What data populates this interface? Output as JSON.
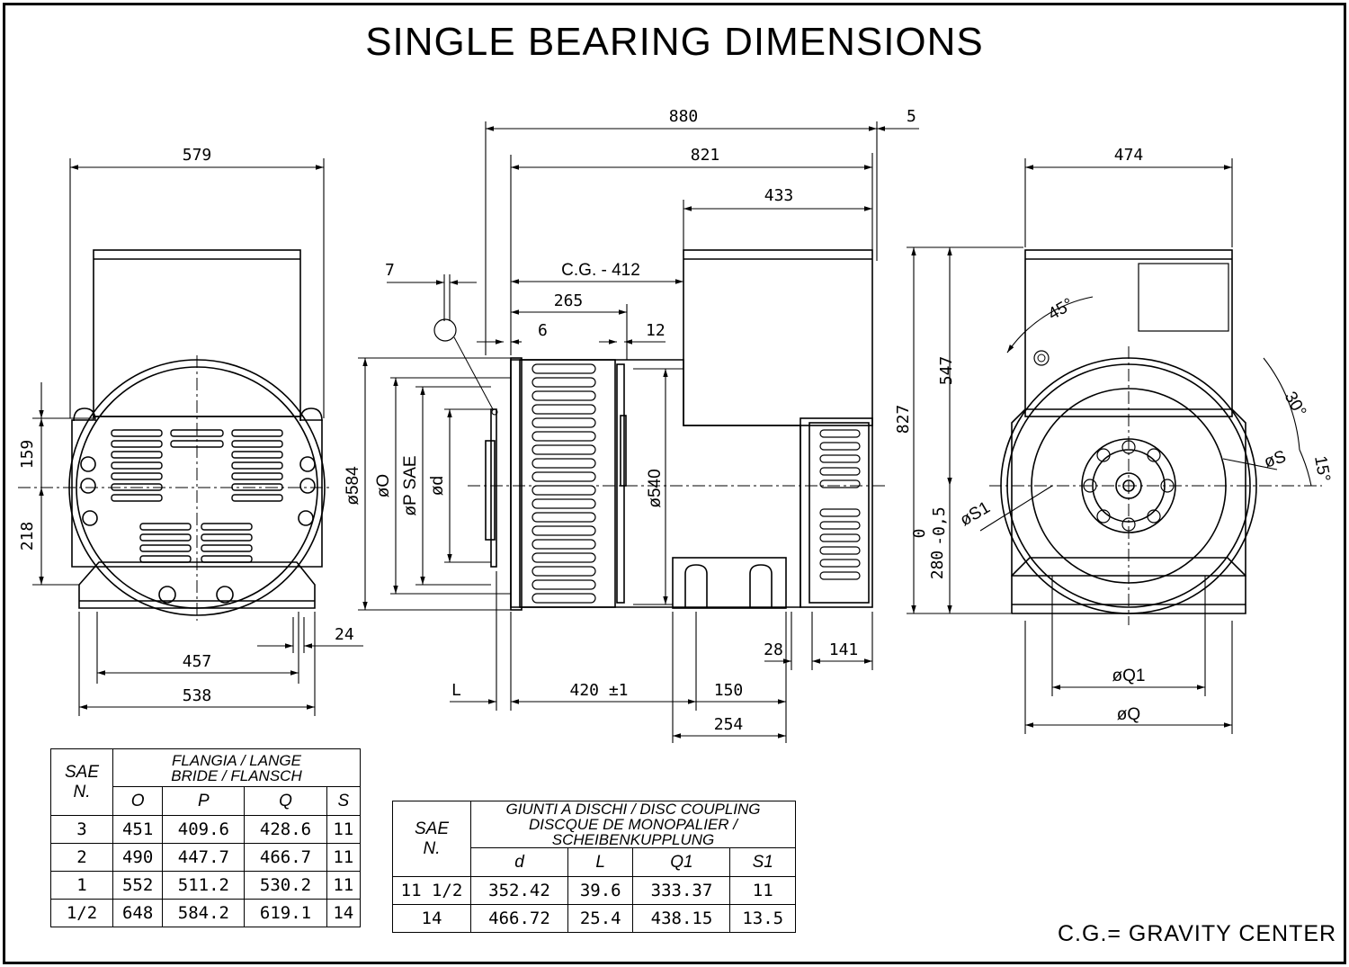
{
  "title": "SINGLE BEARING DIMENSIONS",
  "dimensions": {
    "front": {
      "width_top": "579",
      "base_inner": "457",
      "base_outer": "538",
      "base_edge": "24",
      "h_upper": "159",
      "h_lower": "218"
    },
    "side": {
      "overall": "880",
      "offset": "5",
      "body": "821",
      "box": "433",
      "cg": "C.G. -  412",
      "flange_t": "7",
      "d265": "265",
      "d6": "6",
      "d12": "12",
      "dia584": "ø584",
      "diaO": "øO",
      "diaP": "øP  SAE",
      "diad": "ød",
      "dia540": "ø540",
      "L": "L",
      "d420": "420 ±1",
      "d150": "150",
      "d254": "254",
      "d28": "28",
      "d141": "141"
    },
    "end": {
      "width_top": "474",
      "h547": "547",
      "h827": "827",
      "h280": "280",
      "tol_upper": "0",
      "tol_lower": "-0,5",
      "angle45": "45°",
      "angle30": "30°",
      "angle15": "15°",
      "diaS": "øS",
      "diaS1": "øS1",
      "diaQ1": "øQ1",
      "diaQ": "øQ"
    }
  },
  "flange_table": {
    "sae_header": [
      "SAE",
      "N."
    ],
    "group_header": [
      "FLANGIA  /  LANGE",
      "BRIDE  /  FLANSCH"
    ],
    "columns": [
      "O",
      "P",
      "Q",
      "S"
    ],
    "rows": [
      [
        "3",
        "451",
        "409.6",
        "428.6",
        "11"
      ],
      [
        "2",
        "490",
        "447.7",
        "466.7",
        "11"
      ],
      [
        "1",
        "552",
        "511.2",
        "530.2",
        "11"
      ],
      [
        "1/2",
        "648",
        "584.2",
        "619.1",
        "14"
      ]
    ]
  },
  "coupling_table": {
    "sae_header": [
      "SAE",
      "N."
    ],
    "group_header": [
      "GIUNTI  A  DISCHI  /  DISC  COUPLING",
      "DISCQUE  DE  MONOPALIER  /  SCHEIBENKUPPLUNG"
    ],
    "columns": [
      "d",
      "L",
      "Q1",
      "S1"
    ],
    "rows": [
      [
        "11  1/2",
        "352.42",
        "39.6",
        "333.37",
        "11"
      ],
      [
        "14",
        "466.72",
        "25.4",
        "438.15",
        "13.5"
      ]
    ]
  },
  "footnote": "C.G.= GRAVITY  CENTER"
}
